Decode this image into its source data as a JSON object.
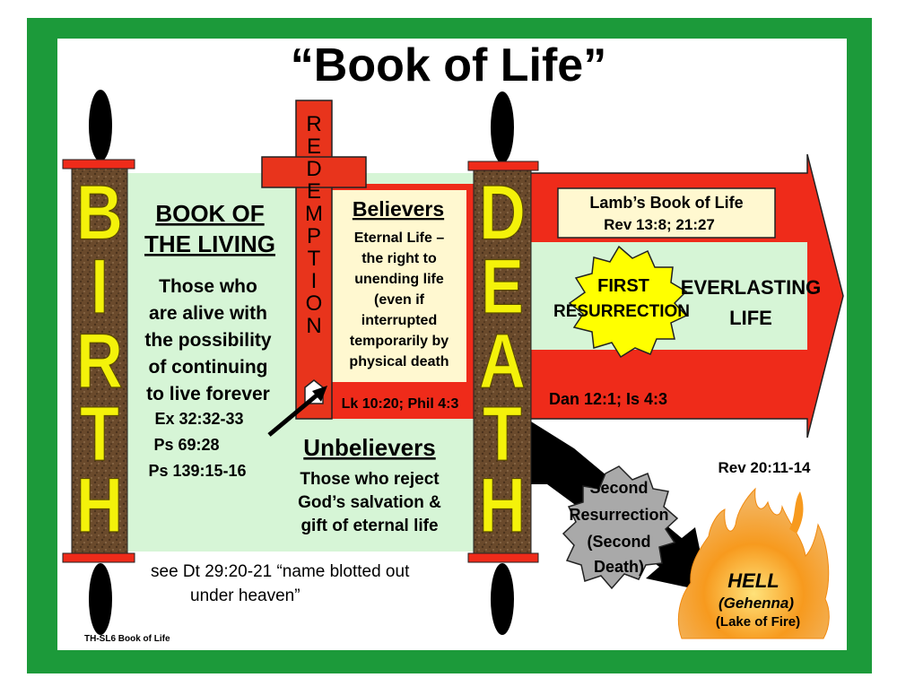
{
  "title": "“Book of Life”",
  "birth_letters": [
    "B",
    "I",
    "R",
    "T",
    "H"
  ],
  "death_letters": [
    "D",
    "E",
    "A",
    "T",
    "H"
  ],
  "redemption_letters": [
    "R",
    "E",
    "D",
    "E",
    "M",
    "P",
    "T",
    "I",
    "O",
    "N"
  ],
  "book_of_living": {
    "heading_line1": "BOOK OF",
    "heading_line2": "THE LIVING",
    "desc_lines": [
      "Those who",
      "are alive with",
      "the possibility",
      "of continuing",
      "to live forever"
    ],
    "refs": [
      "Ex 32:32-33",
      "Ps 69:28",
      "Ps 139:15-16"
    ]
  },
  "believers": {
    "heading": "Believers",
    "lines": [
      "Eternal Life –",
      "the right to",
      "unending life",
      "(even if",
      "interrupted",
      "temporarily by",
      "physical death"
    ],
    "ref": "Lk 10:20; Phil 4:3"
  },
  "unbelievers": {
    "heading": "Unbelievers",
    "lines": [
      "Those who reject",
      "God’s salvation &",
      "gift of eternal life"
    ]
  },
  "lambs_book": {
    "line1": "Lamb’s Book of Life",
    "line2": "Rev 13:8; 21:27"
  },
  "first_resurrection": [
    "FIRST",
    "RESURRECTION"
  ],
  "everlasting_life": [
    "EVERLASTING",
    "LIFE"
  ],
  "dan_ref": "Dan 12:1; Is 4:3",
  "second_resurrection": [
    "Second",
    "Resurrection",
    "(Second",
    "Death)"
  ],
  "rev_ref": "Rev 20:11-14",
  "hell": {
    "line1": "HELL",
    "line2": "(Gehenna)",
    "line3": "(Lake of Fire)"
  },
  "blotted": {
    "line1": "see Dt 29:20-21 “name blotted out",
    "line2": "under heaven”"
  },
  "footer": "TH-SL6  Book of Life",
  "colors": {
    "frame": "#1c9a3a",
    "light_green": "#d6f5d6",
    "red": "#ef2b1a",
    "cross_red": "#e8341c",
    "scroll_brown": "#6a4a2c",
    "letter_yellow": "#f4f20a",
    "cream": "#fff8d0",
    "star_yellow": "#ffff00",
    "star_gray": "#a9a9a9",
    "flame_orange": "#f79a1e"
  }
}
